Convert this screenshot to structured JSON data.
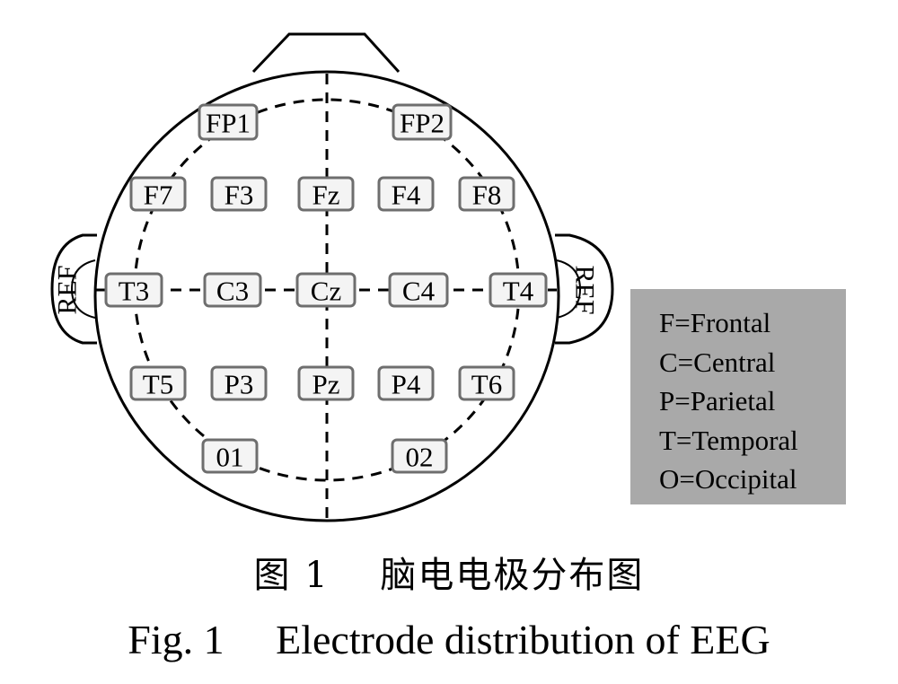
{
  "electrodes": [
    {
      "id": "FP1",
      "label": "FP1"
    },
    {
      "id": "FP2",
      "label": "FP2"
    },
    {
      "id": "F7",
      "label": "F7"
    },
    {
      "id": "F3",
      "label": "F3"
    },
    {
      "id": "Fz",
      "label": "Fz"
    },
    {
      "id": "F4",
      "label": "F4"
    },
    {
      "id": "F8",
      "label": "F8"
    },
    {
      "id": "T3",
      "label": "T3"
    },
    {
      "id": "C3",
      "label": "C3"
    },
    {
      "id": "Cz",
      "label": "Cz"
    },
    {
      "id": "C4",
      "label": "C4"
    },
    {
      "id": "T4",
      "label": "T4"
    },
    {
      "id": "T5",
      "label": "T5"
    },
    {
      "id": "P3",
      "label": "P3"
    },
    {
      "id": "Pz",
      "label": "Pz"
    },
    {
      "id": "P4",
      "label": "P4"
    },
    {
      "id": "T6",
      "label": "T6"
    },
    {
      "id": "O1",
      "label": "01"
    },
    {
      "id": "O2",
      "label": "02"
    }
  ],
  "ears": {
    "left": "REF",
    "right": "REF"
  },
  "legend": [
    "F=Frontal",
    "C=Central",
    "P=Parietal",
    "T=Temporal",
    "O=Occipital"
  ],
  "caption": {
    "cn": "图 1　 脑电电极分布图",
    "en": "Fig. 1　 Electrode distribution of EEG"
  },
  "colors": {
    "legend_background": "#a9a9a9",
    "electrode_fill": "#f4f4f4",
    "electrode_border": "#6e6e6e"
  }
}
